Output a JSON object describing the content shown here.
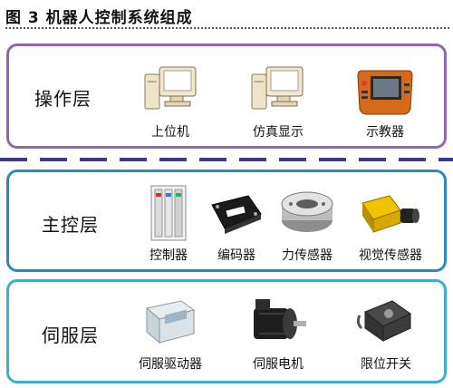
{
  "figure": {
    "title": "图 3  机器人控制系统组成"
  },
  "layers": [
    {
      "label": "操作层",
      "items": [
        "上位机",
        "仿真显示",
        "示教器"
      ]
    },
    {
      "label": "主控层",
      "items": [
        "控制器",
        "编码器",
        "力传感器",
        "视觉传感器"
      ]
    },
    {
      "label": "伺服层",
      "items": [
        "伺服驱动器",
        "伺服电机",
        "限位开关"
      ]
    }
  ],
  "colors": {
    "operation_border": "#8f66b6",
    "control_border": "#2d88c8",
    "servo_border": "#39b0cf",
    "separator": "#3a3a8a"
  }
}
